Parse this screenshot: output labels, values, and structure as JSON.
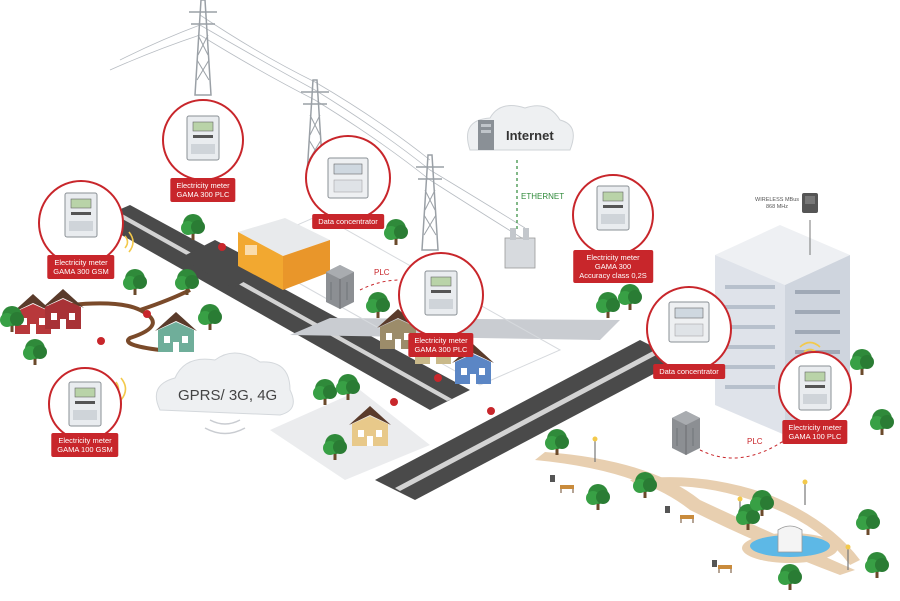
{
  "cloud_internet": {
    "label": "Internet"
  },
  "cloud_gprs": {
    "label": "GPRS/ 3G, 4G"
  },
  "link_labels": {
    "ethernet": "ETHERNET",
    "plc_1": "PLC",
    "plc_2": "PLC",
    "wireless": "WIRELESS MBus",
    "wireless_freq": "868 MHz"
  },
  "callouts": {
    "meter_gama300plc_top": {
      "line1": "Electricity meter",
      "line2": "GAMA 300 PLC"
    },
    "concentrator_top": {
      "line1": "Data concentrator"
    },
    "meter_gama300gsm": {
      "line1": "Electricity meter",
      "line2": "GAMA 300 GSM"
    },
    "meter_gama100gsm": {
      "line1": "Electricity meter",
      "line2": "GAMA 100 GSM"
    },
    "meter_gama300plc_mid": {
      "line1": "Electricity meter",
      "line2": "GAMA 300 PLC"
    },
    "meter_gama300_class": {
      "line1": "Electricity meter",
      "line2": "GAMA 300",
      "line3": "Accuracy class 0,2S"
    },
    "concentrator_right": {
      "line1": "Data concentrator"
    },
    "meter_gama100plc": {
      "line1": "Electricity meter",
      "line2": "GAMA 100 PLC"
    }
  },
  "colors": {
    "accent": "#c8262b",
    "road": "#4a4a4a",
    "tree": "#2f8a3a",
    "house_red": "#b8383b",
    "house_blue": "#5b86c5",
    "building": "#dfe3ea",
    "path": "#e8cfb0"
  }
}
